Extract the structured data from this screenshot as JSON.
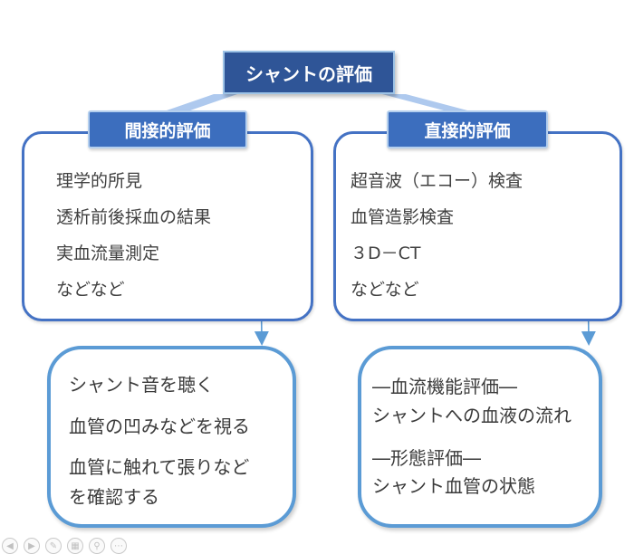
{
  "title": "シャントの評価",
  "left": {
    "header": "間接的評価",
    "items": [
      "理学的所見",
      "透析前後採血の結果",
      "実血流量測定",
      "などなど"
    ],
    "details": [
      "シャント音を聴く",
      "血管の凹みなどを視る",
      "血管に触れて張りなど",
      "を確認する"
    ]
  },
  "right": {
    "header": "直接的評価",
    "items": [
      "超音波（エコー）検査",
      "血管造影検査",
      "３D－CT",
      "などなど"
    ],
    "details": [
      "―血流機能評価―",
      "シャントへの血液の流れ",
      "―形態評価―",
      "シャント血管の状態"
    ]
  },
  "colors": {
    "title_fill": "#2f5597",
    "header_fill": "#3c6ebe",
    "panel_border": "#4472c4",
    "detail_border": "#5b9bd5",
    "arrow": "#5b9bd5"
  },
  "toolbar_icons": [
    "back-icon",
    "forward-icon",
    "pen-icon",
    "slides-icon",
    "zoom-icon",
    "more-icon"
  ]
}
